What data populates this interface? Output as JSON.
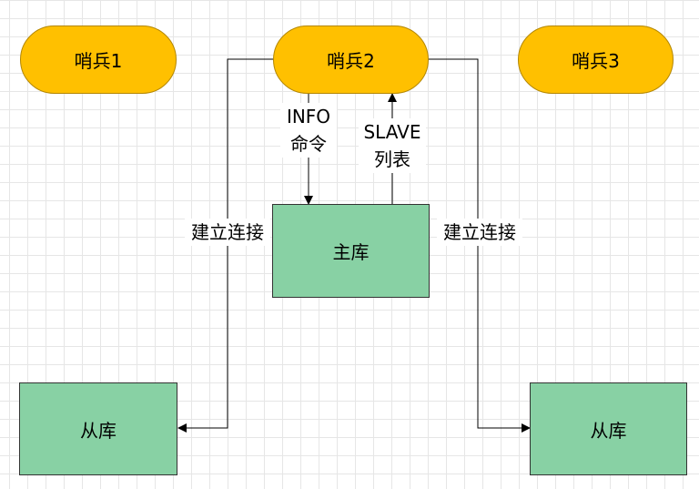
{
  "sentinels": [
    {
      "label": "哨兵1"
    },
    {
      "label": "哨兵2"
    },
    {
      "label": "哨兵3"
    }
  ],
  "master": {
    "label": "主库"
  },
  "replicas": [
    {
      "label": "从库"
    },
    {
      "label": "从库"
    }
  ],
  "edge_labels": {
    "info_line1": "INFO",
    "info_line2": "命令",
    "slave_line1": "SLAVE",
    "slave_line2": "列表",
    "connect_left": "建立连接",
    "connect_right": "建立连接"
  },
  "colors": {
    "sentinel_fill": "#ffc000",
    "db_fill": "#88d1a4",
    "line": "#000000"
  }
}
